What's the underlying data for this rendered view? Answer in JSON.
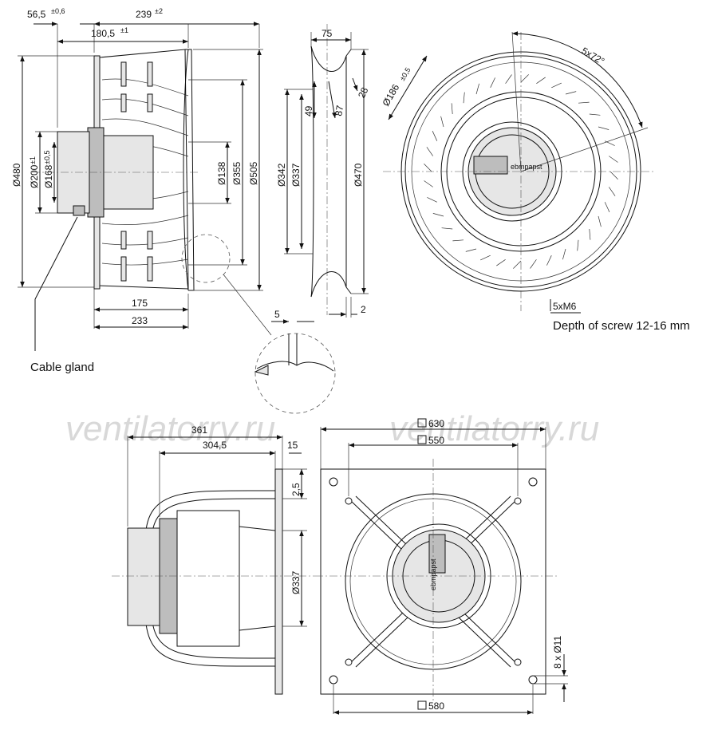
{
  "watermarks": [
    "ventilatorry.ru",
    "ventilatorry.ru"
  ],
  "side_view": {
    "dim_56_5": "56,5",
    "tol_56_5": "±0,6",
    "dim_239": "239",
    "tol_239": "±2",
    "dim_180_5": "180,5",
    "tol_180_5": "±1",
    "dia_480": "Ø480",
    "dia_200": "Ø200",
    "tol_200": "±1",
    "dia_168": "Ø168",
    "tol_168": "±0,5",
    "dia_138": "Ø138",
    "dia_355": "Ø355",
    "dia_505": "Ø505",
    "dim_175": "175",
    "dim_233": "233",
    "cable_gland": "Cable gland"
  },
  "inlet_ring": {
    "dim_75": "75",
    "dim_28": "28",
    "dim_87": "87",
    "dim_49": "49",
    "dia_342": "Ø342",
    "dia_337": "Ø337",
    "dia_470": "Ø470",
    "dim_2": "2"
  },
  "detail": {
    "dim_5": "5"
  },
  "front_view": {
    "dia_186": "Ø186",
    "tol_186": "±0,5",
    "pattern": "5x72°",
    "screws": "5xM6",
    "screw_depth": "Depth of screw 12-16 mm",
    "brand": "ebmpapst"
  },
  "mount_side": {
    "dim_361": "361",
    "dim_304_5": "304,5",
    "dim_15": "15",
    "dim_2_5": "2,5",
    "dia_337": "Ø337"
  },
  "mount_front": {
    "sq_630": "630",
    "sq_550": "550",
    "sq_580": "580",
    "holes": "8 x Ø11",
    "brand": "ebmpapst"
  }
}
